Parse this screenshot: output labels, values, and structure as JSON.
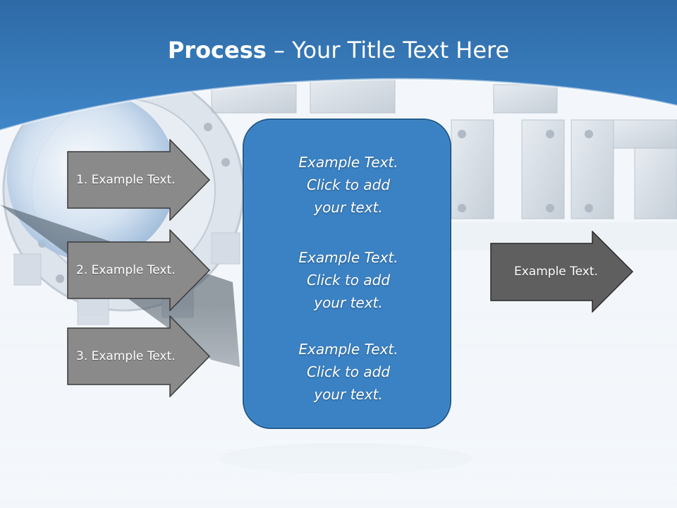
{
  "slide": {
    "title_bold": "Process",
    "title_rest": " – Your Title Text Here",
    "left_arrows": [
      {
        "label": "1. Example Text."
      },
      {
        "label": "2. Example Text."
      },
      {
        "label": "3. Example Text."
      }
    ],
    "center_box": {
      "blocks": [
        {
          "line1": "Example Text.",
          "line2": "Click  to add",
          "line3": "your text."
        },
        {
          "line1": "Example Text.",
          "line2": "Click  to add",
          "line3": "your text."
        },
        {
          "line1": "Example Text.",
          "line2": "Click  to add",
          "line3": "your text."
        }
      ]
    },
    "right_arrow": {
      "label": "Example Text."
    }
  },
  "colors": {
    "header_blue": "#2f72b4",
    "box_blue": "#3b82c4",
    "box_border": "#1f5b8d",
    "left_arrow_fill": "#8a8a8a",
    "right_arrow_fill": "#5f5f5f"
  },
  "icons": [
    "globe-graphic",
    "gear-graphic",
    "metal-letters-graphic",
    "magnifier-graphic"
  ]
}
